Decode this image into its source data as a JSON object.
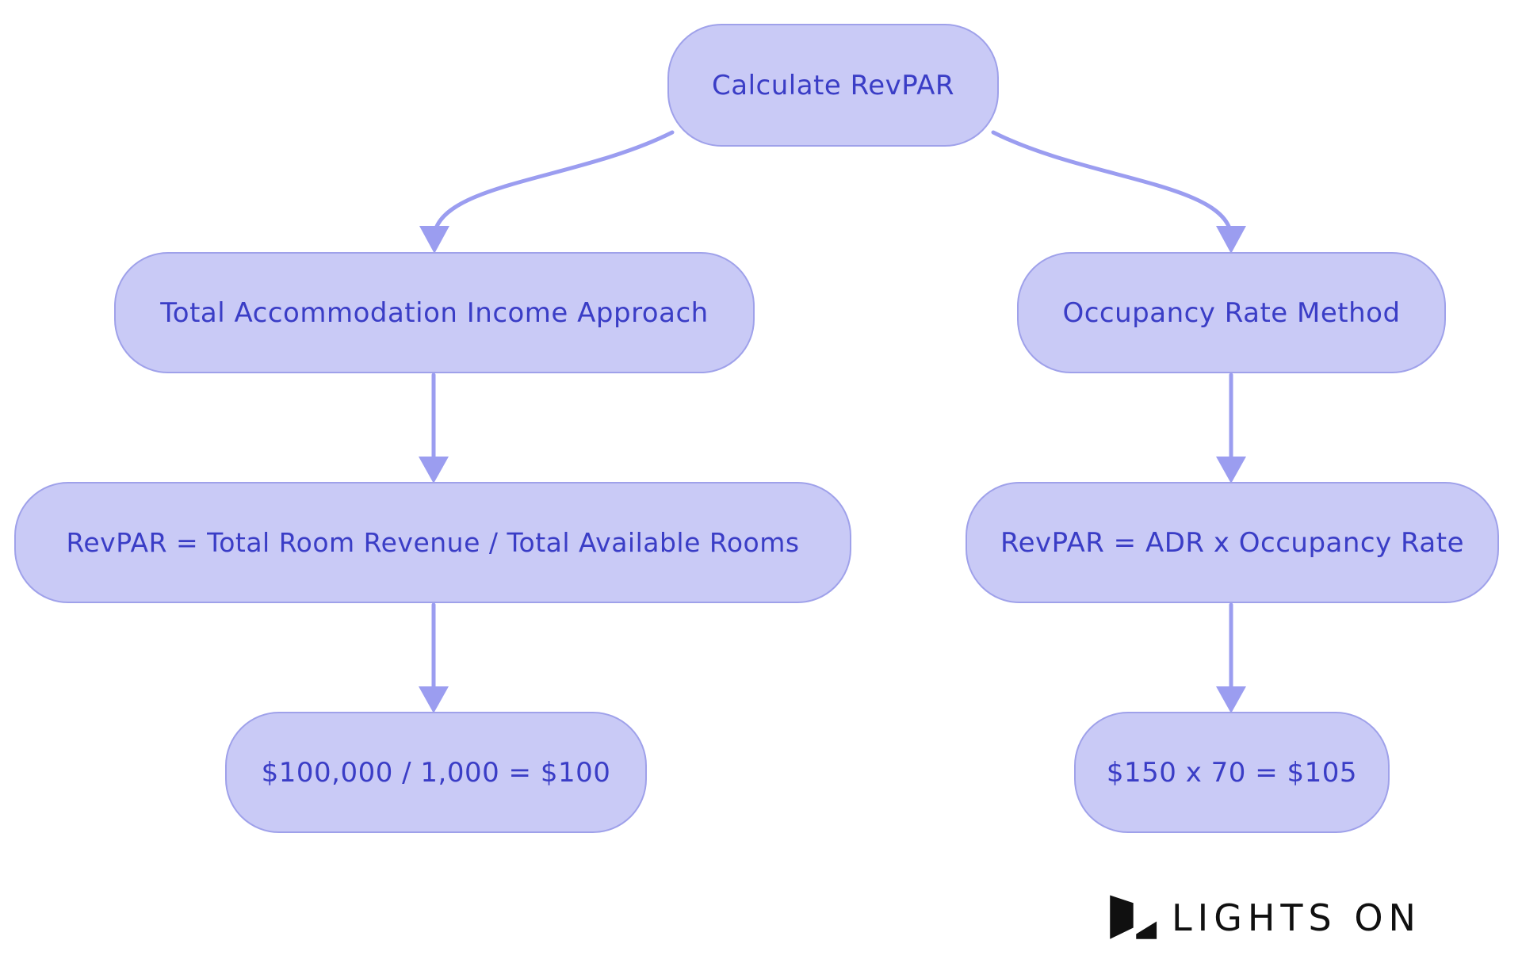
{
  "diagram": {
    "title_node": "Calculate RevPAR",
    "nodes": {
      "root": {
        "label": "Calculate RevPAR"
      },
      "income_approach": {
        "label": "Total Accommodation Income Approach"
      },
      "occupancy_method": {
        "label": "Occupancy Rate Method"
      },
      "income_formula": {
        "label": "RevPAR = Total Room Revenue / Total Available Rooms"
      },
      "occupancy_formula": {
        "label": "RevPAR = ADR x Occupancy Rate"
      },
      "income_example": {
        "label": "$100,000 / 1,000 = $100"
      },
      "occupancy_example": {
        "label": "$150 x 70 = $105"
      }
    },
    "edges": [
      {
        "from": "root",
        "to": "income_approach"
      },
      {
        "from": "root",
        "to": "occupancy_method"
      },
      {
        "from": "income_approach",
        "to": "income_formula"
      },
      {
        "from": "income_formula",
        "to": "income_example"
      },
      {
        "from": "occupancy_method",
        "to": "occupancy_formula"
      },
      {
        "from": "occupancy_formula",
        "to": "occupancy_example"
      }
    ],
    "colors": {
      "node_fill": "#c9caf6",
      "node_border": "#9fa1ea",
      "node_text": "#3a3dc6",
      "edge": "#9b9df0",
      "background": "#ffffff",
      "logo": "#101010"
    }
  },
  "branding": {
    "logo_text": "LIGHTS ON",
    "logo_icon": "lights-on-mark"
  }
}
